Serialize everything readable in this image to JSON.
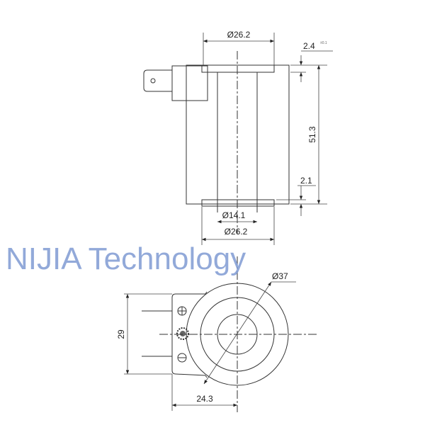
{
  "side_view": {
    "dim_top_diameter": "Ø26.2",
    "dim_top_flange": "2.4",
    "dim_top_flange_tolerance": "±0.1",
    "dim_height": "51.3",
    "dim_bottom_flange": "2.1",
    "dim_inner_diameter": "Ø14.1",
    "dim_bottom_diameter": "Ø26.2"
  },
  "end_view": {
    "dim_outer_diameter": "Ø37",
    "dim_connector_height": "29",
    "dim_offset": "24.3"
  },
  "watermark": "NIJIA Technology",
  "colors": {
    "line": "#333333",
    "watermark": "#7f9bd3"
  }
}
